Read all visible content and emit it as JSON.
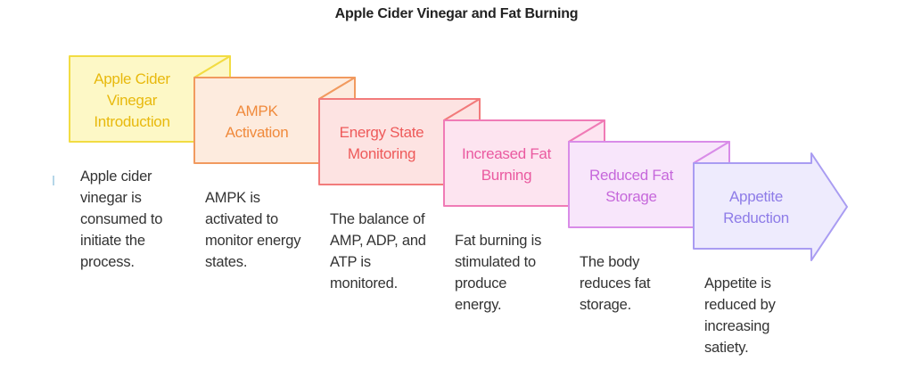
{
  "title": "Apple Cider Vinegar and Fat Burning",
  "steps": [
    {
      "label": "Apple Cider\nVinegar\nIntroduction",
      "description": "Apple cider\nvinegar is\nconsumed to\ninitiate the\nprocess.",
      "fill": "#fdf8c6",
      "stroke": "#f2dc42",
      "text_color": "#e8b90d"
    },
    {
      "label": "AMPK\nActivation",
      "description": "AMPK is\nactivated to\nmonitor energy\nstates.",
      "fill": "#fdebde",
      "stroke": "#f19a5f",
      "text_color": "#f08a3c"
    },
    {
      "label": "Energy State\nMonitoring",
      "description": "The balance of\nAMP, ADP, and\nATP is\nmonitored.",
      "fill": "#fde3e2",
      "stroke": "#f27b7b",
      "text_color": "#ee5a5a"
    },
    {
      "label": "Increased Fat\nBurning",
      "description": "Fat burning is\nstimulated to\nproduce\nenergy.",
      "fill": "#fde4f0",
      "stroke": "#f07bb6",
      "text_color": "#ea5aa0"
    },
    {
      "label": "Reduced Fat\nStorage",
      "description": "The body\nreduces fat\nstorage.",
      "fill": "#f8e6fb",
      "stroke": "#d98ce8",
      "text_color": "#c668db"
    },
    {
      "label": "Appetite\nReduction",
      "description": "Appetite is\nreduced by\nincreasing\nsatiety.",
      "fill": "#eeebfd",
      "stroke": "#a99cf2",
      "text_color": "#8e7ce8"
    }
  ]
}
